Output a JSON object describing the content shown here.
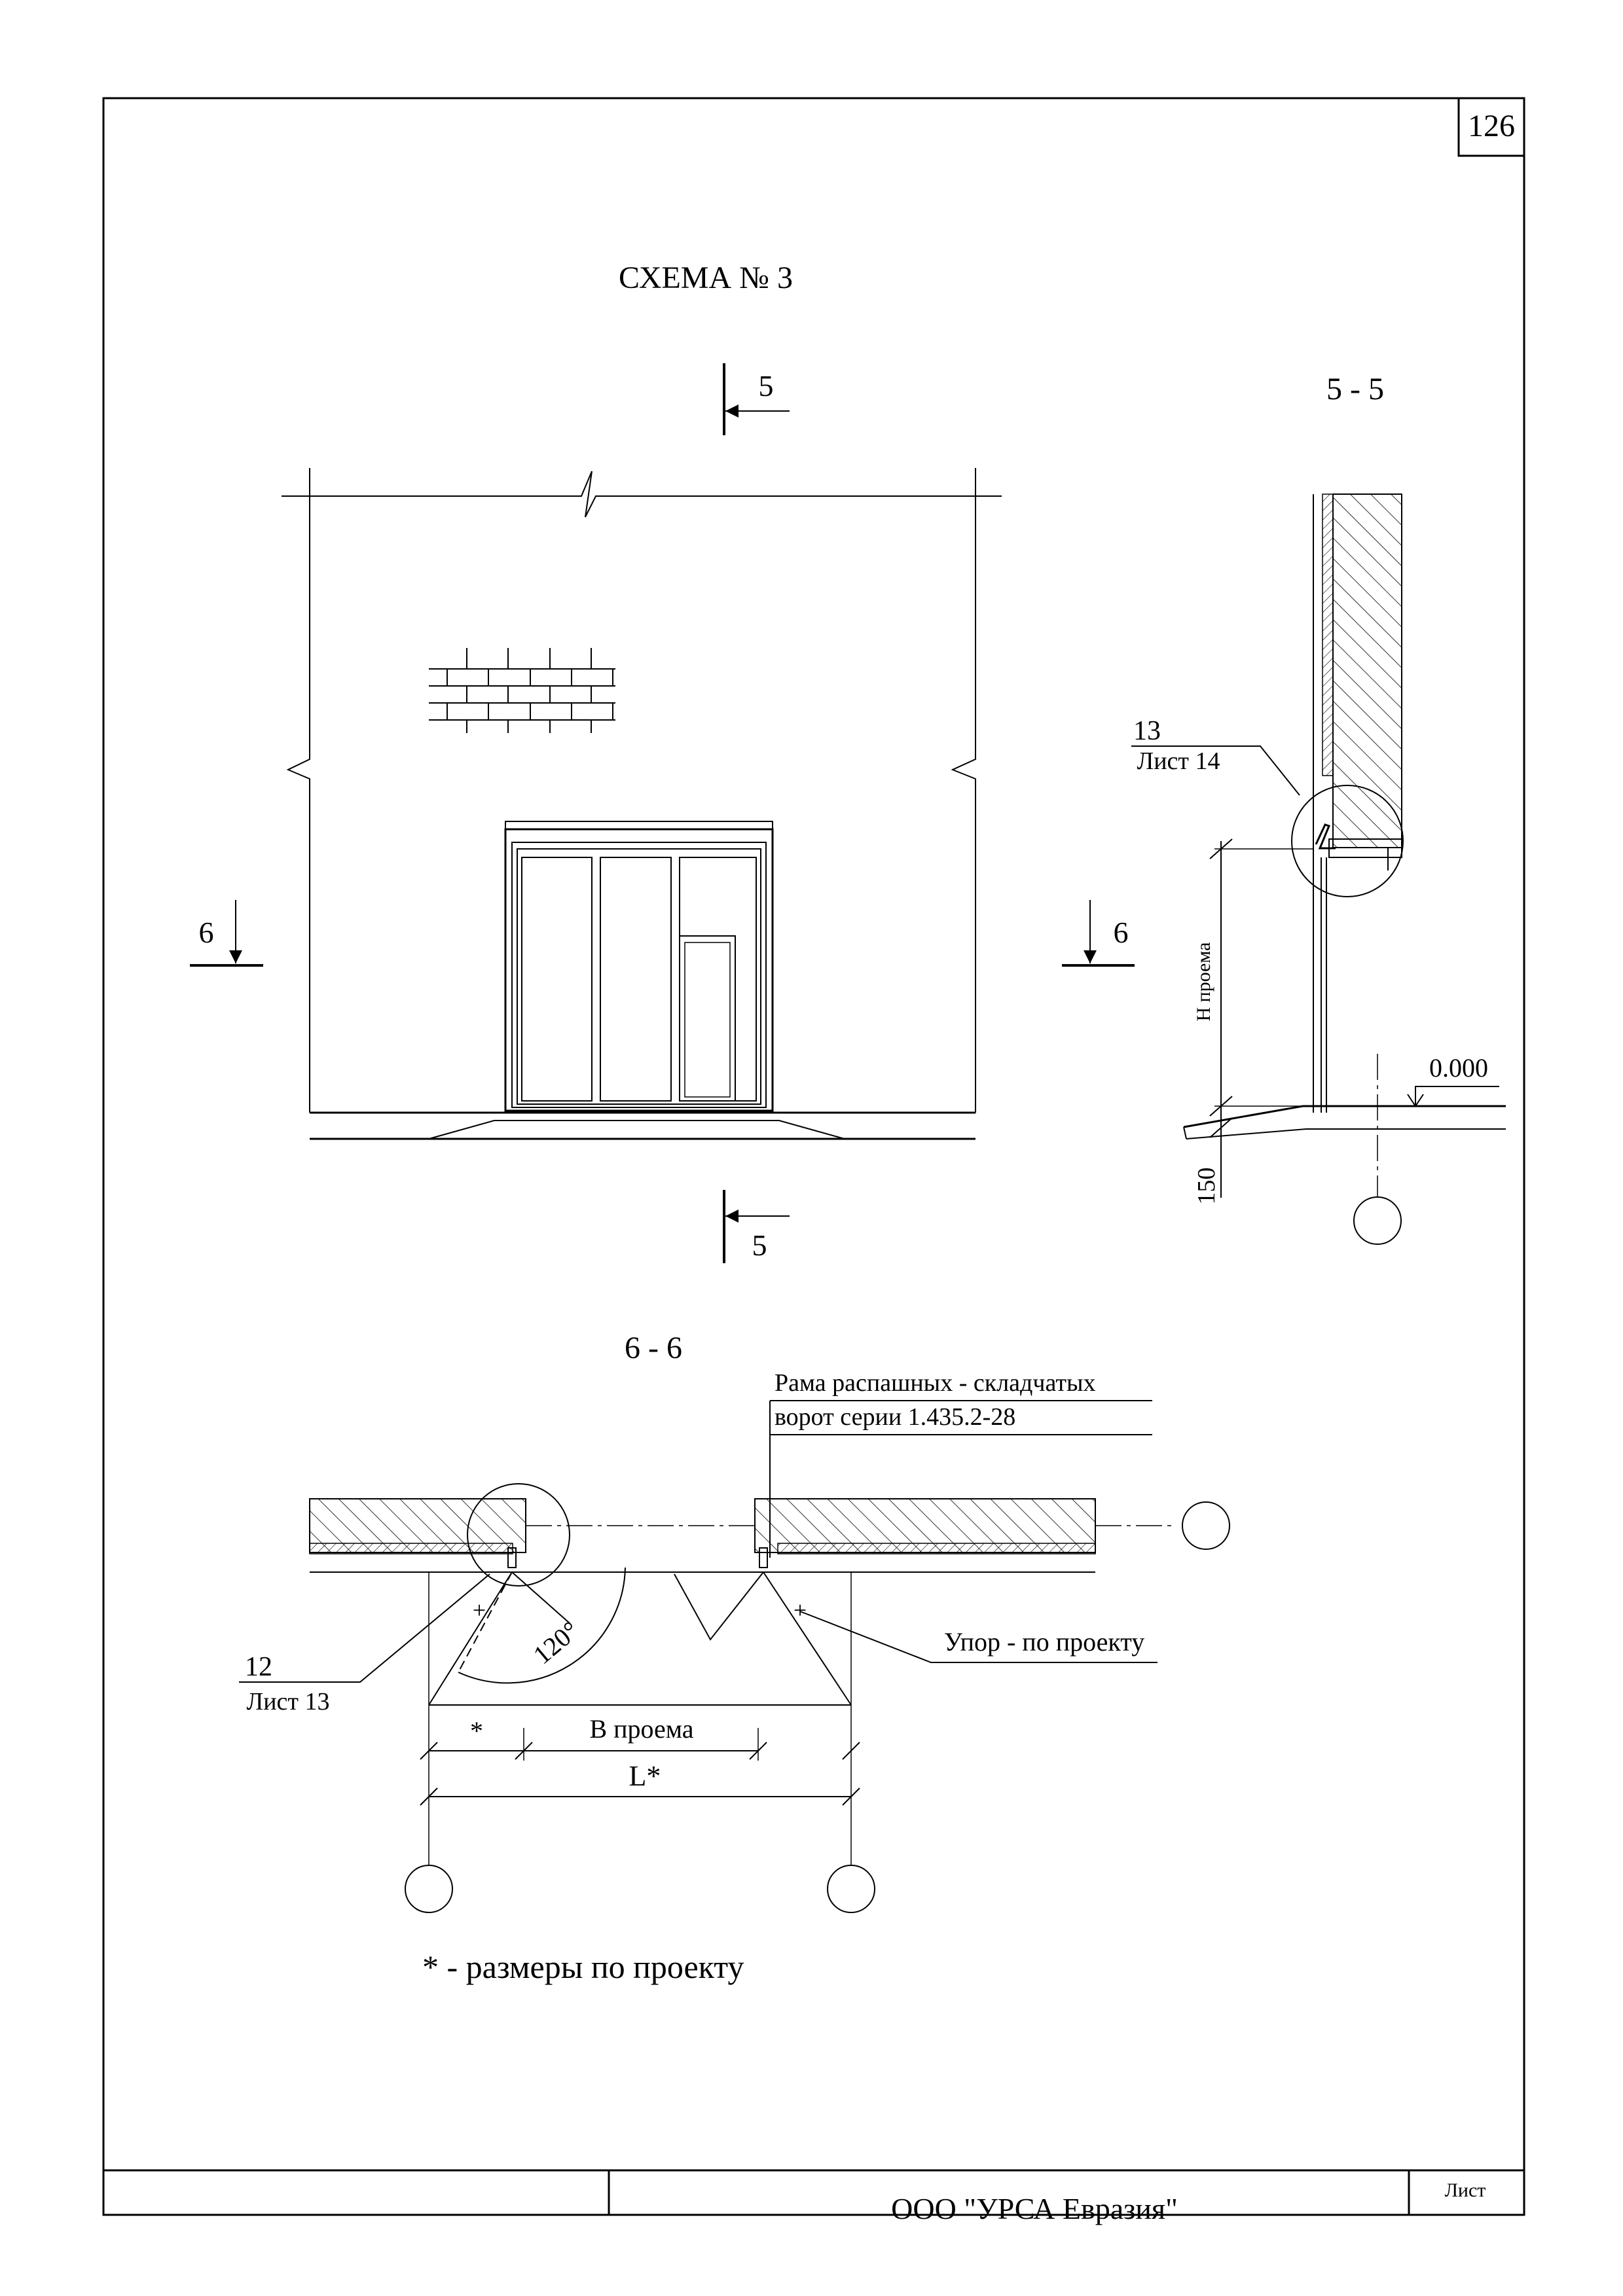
{
  "sheet": {
    "page_number": "126",
    "title": "СХЕМА № 3",
    "title_block": {
      "company": "ООО \"УРСА Евразия\"",
      "sheet_label": "Лист"
    }
  },
  "elevation": {
    "section_5_top": "5",
    "section_5_bottom": "5",
    "section_6_left": "6",
    "section_6_right": "6"
  },
  "section_5_5": {
    "title": "5 - 5",
    "callout_number": "13",
    "callout_sheet": "Лист 14",
    "height_label": "Н проема",
    "level_mark": "0.000",
    "dim_150": "150"
  },
  "section_6_6": {
    "title": "6 - 6",
    "frame_note_line1": "Рама распашных - складчатых",
    "frame_note_line2": "ворот серии 1.435.2-28",
    "callout_number": "12",
    "callout_sheet": "Лист 13",
    "angle": "120°",
    "stop_note": "Упор - по проекту",
    "dim_star": "*",
    "dim_opening": "В проема",
    "dim_L": "L*"
  },
  "footnote": "* - размеры по проекту"
}
